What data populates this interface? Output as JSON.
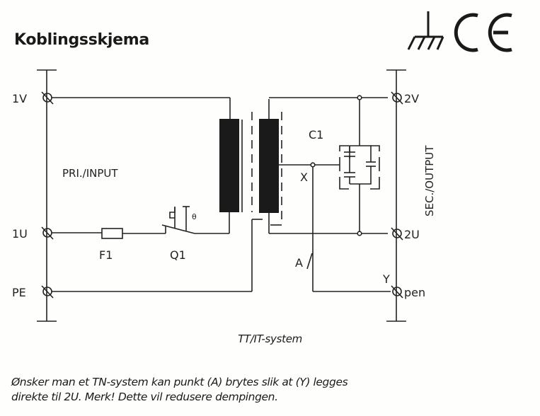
{
  "title": "Koblingsskjema",
  "marks": {
    "earth_symbol": "chassis-ground-icon",
    "ce_mark": "CE"
  },
  "diagram": {
    "primary_label": "PRI./INPUT",
    "secondary_label": "SEC./OUTPUT",
    "terminals_primary": [
      "1V",
      "1U",
      "PE"
    ],
    "terminals_secondary": [
      "2V",
      "2U",
      "pen"
    ],
    "components": {
      "fuse": "F1",
      "thermal_switch": "Q1",
      "thermal_symbol": "θ",
      "capacitor": "C1"
    },
    "points": {
      "x": "X",
      "a": "A",
      "y": "Y"
    }
  },
  "caption": "TT/IT-system",
  "note": {
    "line1": "Ønsker man et TN-system kan punkt (A) brytes slik at (Y) legges",
    "line2": "direkte til 2U. Merk! Dette vil redusere dempingen."
  }
}
